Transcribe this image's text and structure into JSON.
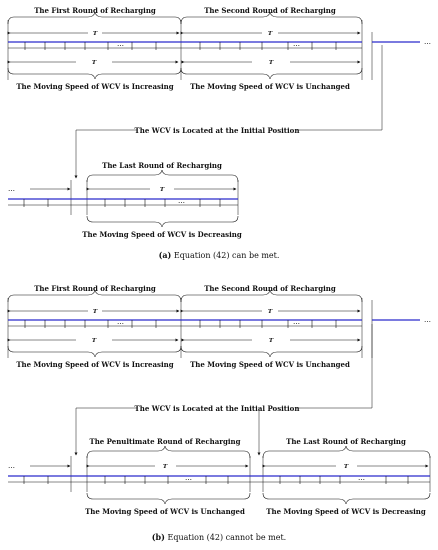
{
  "figure": {
    "panel_a": {
      "round1_title": "The First Round of Recharging",
      "round2_title": "The Second Round of Recharging",
      "last_title": "The Last Round of Recharging",
      "T1": "T",
      "Ta12": "T",
      "Ta23": "T",
      "speed_increasing": "The Moving Speed of WCV is Increasing",
      "speed_unchanged": "The Moving Speed of WCV is Unchanged",
      "speed_decreasing": "The Moving Speed of WCV is Decreasing",
      "initial_position": "The WCV is Located at the Initial Position",
      "caption_letter": "(a)",
      "caption_text": " Equation (42) can be met."
    },
    "panel_b": {
      "round1_title": "The First Round of Recharging",
      "round2_title": "The Second Round of Recharging",
      "penultimate_title": "The Penultimate Round of Recharging",
      "last_title": "The Last Round of Recharging",
      "speed_increasing": "The Moving Speed of WCV is Increasing",
      "speed_unchanged": "The Moving Speed of WCV is Unchanged",
      "speed_unchanged2": "The Moving Speed of WCV is Unchanged",
      "speed_decreasing": "The Moving Speed of WCV is Decreasing",
      "initial_position": "The WCV is Located at the Initial Position",
      "caption_letter": "(b)",
      "caption_text": " Equation (42) cannot be met."
    },
    "ellipsis": "…"
  }
}
